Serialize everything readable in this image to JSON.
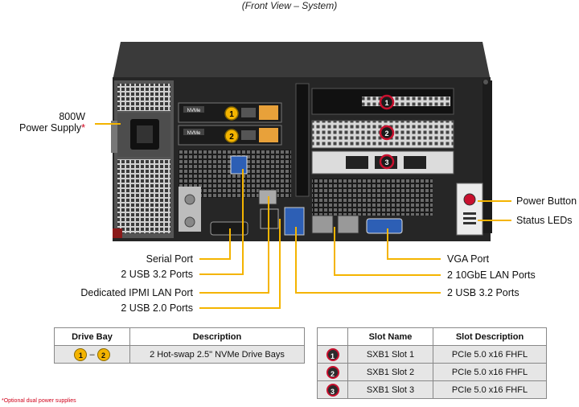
{
  "caption": "(Front View – System)",
  "labels": {
    "power_supply_line1": "800W",
    "power_supply_line2": "Power Supply",
    "power_supply_asterisk": "*",
    "serial_port": "Serial Port",
    "usb32_left": "2 USB 3.2 Ports",
    "ipmi_lan": "Dedicated IPMI  LAN Port",
    "usb20": "2 USB 2.0 Ports",
    "power_button": "Power Button",
    "status_leds": "Status LEDs",
    "vga_port": "VGA Port",
    "lan_10gbe": "2 10GbE LAN Ports",
    "usb32_right": "2 USB 3.2 Ports"
  },
  "drive_table": {
    "headers": [
      "Drive Bay",
      "Description"
    ],
    "row": {
      "bay_from": "1",
      "bay_dash": "–",
      "bay_to": "2",
      "description": "2 Hot-swap 2.5\" NVMe Drive  Bays"
    }
  },
  "slot_table": {
    "headers": [
      "",
      "Slot Name",
      "Slot Description"
    ],
    "rows": [
      {
        "num": "1",
        "name": "SXB1 Slot 1",
        "desc": "PCIe 5.0 x16 FHFL"
      },
      {
        "num": "2",
        "name": "SXB1 Slot 2",
        "desc": "PCIe 5.0 x16 FHFL"
      },
      {
        "num": "3",
        "name": "SXB1 Slot 3",
        "desc": "PCIe 5.0 x16 FHFL"
      }
    ]
  },
  "bay_markers": [
    "1",
    "2"
  ],
  "slot_markers": [
    "1",
    "2",
    "3"
  ],
  "drive_tag": "NVMe",
  "footnote": "*Optional dual power supplies",
  "colors": {
    "accent_yellow": "#f4b400",
    "marker_red": "#c8102e",
    "asterisk_red": "#d0021b",
    "chassis": "#262626"
  }
}
